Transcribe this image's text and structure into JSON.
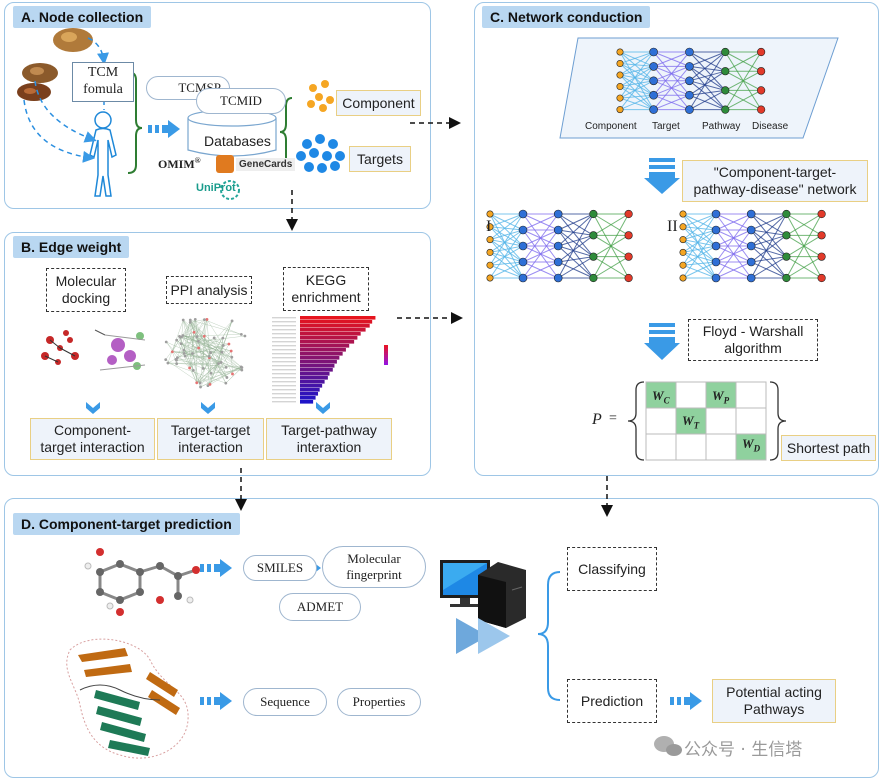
{
  "panel_a": {
    "title": "A. Node collection",
    "tcm_box": "TCM\nfomula",
    "db_tcmsp": "TCMSP",
    "db_tcmid": "TCMID",
    "db_databases": "Databases",
    "db_omim": "OMIM",
    "db_genecards": "GeneCards",
    "db_uniprot": "UniProt",
    "label_component": "Component",
    "label_targets": "Targets"
  },
  "panel_b": {
    "title": "B. Edge weight",
    "method_docking": "Molecular\ndocking",
    "method_ppi": "PPI analysis",
    "method_kegg": "KEGG\nenrichment",
    "out_component_target": "Component-\ntarget interaction",
    "out_target_target": "Target-target\ninteraction",
    "out_target_pathway": "Target-pathway\ninteraxtion"
  },
  "panel_c": {
    "title": "C. Network conduction",
    "layer_component": "Component",
    "layer_target": "Target",
    "layer_pathway": "Pathway",
    "layer_disease": "Disease",
    "network_label": "\"Component-target-\npathway-disease\" network",
    "net_one": "I",
    "net_two": "II",
    "algorithm_label": "Floyd - Warshall\nalgorithm",
    "matrix_symbol": "P",
    "matrix_equals": "=",
    "w_c": "W",
    "w_c_sub": "C",
    "w_p": "W",
    "w_p_sub": "P",
    "w_t": "W",
    "w_t_sub": "T",
    "w_d": "W",
    "w_d_sub": "D",
    "shortest_path": "Shortest path"
  },
  "panel_d": {
    "title": "D. Component-target prediction",
    "smiles": "SMILES",
    "fingerprint": "Molecular\nfingerprint",
    "admet": "ADMET",
    "sequence": "Sequence",
    "properties": "Properties",
    "classifying": "Classifying",
    "prediction": "Prediction",
    "potential": "Potential acting\nPathways"
  },
  "watermark": "公众号 · 生信塔",
  "colors": {
    "panel_border": "#9ec6e6",
    "title_bg": "#b9d7f1",
    "arrow_blue": "#3a9ae6",
    "node_orange": "#f5a623",
    "node_blue": "#2f6fd6",
    "node_green": "#2e8b3a",
    "node_red": "#e23a2a",
    "matrix_green": "#8fd19e"
  },
  "kegg_bars": [
    0.92,
    0.88,
    0.85,
    0.8,
    0.74,
    0.7,
    0.66,
    0.6,
    0.56,
    0.52,
    0.48,
    0.45,
    0.42,
    0.4,
    0.36,
    0.34,
    0.3,
    0.27,
    0.24,
    0.22,
    0.19,
    0.16
  ]
}
